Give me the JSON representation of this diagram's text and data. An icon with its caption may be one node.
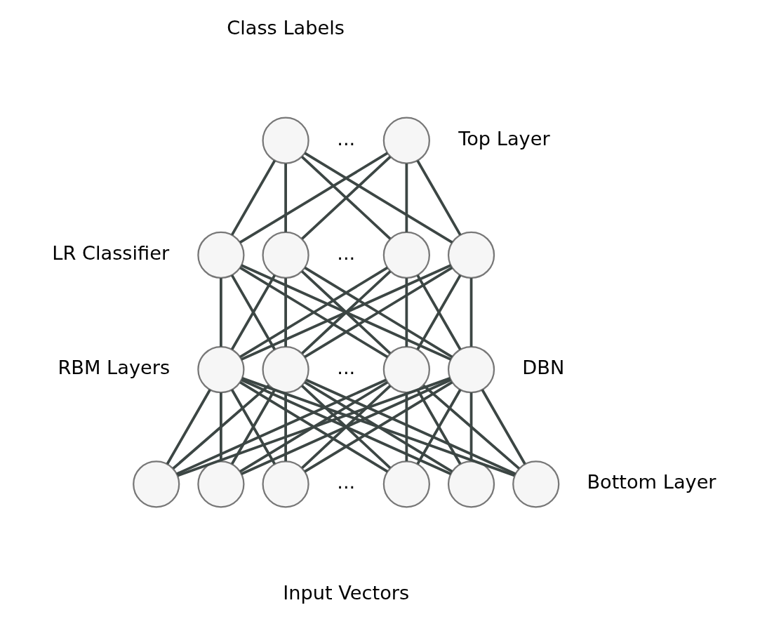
{
  "diagram": {
    "nodes": [
      {
        "text": [],
        "shape": "circle"
      },
      {
        "text": [],
        "shape": "circle"
      },
      {
        "text": [],
        "shape": "circle"
      },
      {
        "text": [],
        "shape": "circle"
      },
      {
        "text": [],
        "shape": "circle"
      },
      {
        "text": [],
        "shape": "circle"
      },
      {
        "text": [],
        "shape": "circle"
      },
      {
        "text": [],
        "shape": "circle"
      },
      {
        "text": [],
        "shape": "circle"
      },
      {
        "text": [],
        "shape": "circle"
      },
      {
        "text": [],
        "shape": "circle"
      },
      {
        "text": [],
        "shape": "circle"
      },
      {
        "text": [],
        "shape": "circle"
      },
      {
        "text": [],
        "shape": "circle"
      },
      {
        "text": [],
        "shape": "circle"
      },
      {
        "text": [],
        "shape": "circle"
      }
    ],
    "edges": [
      {
        "from": 0,
        "to": 2,
        "arrow": "none"
      },
      {
        "from": 0,
        "to": 3,
        "arrow": "none"
      },
      {
        "from": 0,
        "to": 4,
        "arrow": "none"
      },
      {
        "from": 0,
        "to": 5,
        "arrow": "none"
      },
      {
        "from": 1,
        "to": 2,
        "arrow": "none"
      },
      {
        "from": 1,
        "to": 3,
        "arrow": "none"
      },
      {
        "from": 1,
        "to": 4,
        "arrow": "none"
      },
      {
        "from": 1,
        "to": 5,
        "arrow": "none"
      },
      {
        "from": 2,
        "to": 6,
        "arrow": "none"
      },
      {
        "from": 2,
        "to": 7,
        "arrow": "none"
      },
      {
        "from": 2,
        "to": 8,
        "arrow": "none"
      },
      {
        "from": 2,
        "to": 9,
        "arrow": "none"
      },
      {
        "from": 3,
        "to": 6,
        "arrow": "none"
      },
      {
        "from": 3,
        "to": 7,
        "arrow": "none"
      },
      {
        "from": 3,
        "to": 8,
        "arrow": "none"
      },
      {
        "from": 3,
        "to": 9,
        "arrow": "none"
      },
      {
        "from": 4,
        "to": 6,
        "arrow": "none"
      },
      {
        "from": 4,
        "to": 7,
        "arrow": "none"
      },
      {
        "from": 4,
        "to": 8,
        "arrow": "none"
      },
      {
        "from": 4,
        "to": 9,
        "arrow": "none"
      },
      {
        "from": 5,
        "to": 6,
        "arrow": "none"
      },
      {
        "from": 5,
        "to": 7,
        "arrow": "none"
      },
      {
        "from": 5,
        "to": 8,
        "arrow": "none"
      },
      {
        "from": 5,
        "to": 9,
        "arrow": "none"
      },
      {
        "from": 6,
        "to": 10,
        "arrow": "none"
      },
      {
        "from": 6,
        "to": 11,
        "arrow": "none"
      },
      {
        "from": 6,
        "to": 12,
        "arrow": "none"
      },
      {
        "from": 6,
        "to": 13,
        "arrow": "none"
      },
      {
        "from": 6,
        "to": 14,
        "arrow": "none"
      },
      {
        "from": 6,
        "to": 15,
        "arrow": "none"
      },
      {
        "from": 7,
        "to": 10,
        "arrow": "none"
      },
      {
        "from": 7,
        "to": 11,
        "arrow": "none"
      },
      {
        "from": 7,
        "to": 12,
        "arrow": "none"
      },
      {
        "from": 7,
        "to": 13,
        "arrow": "none"
      },
      {
        "from": 7,
        "to": 14,
        "arrow": "none"
      },
      {
        "from": 7,
        "to": 15,
        "arrow": "none"
      },
      {
        "from": 8,
        "to": 10,
        "arrow": "none"
      },
      {
        "from": 8,
        "to": 11,
        "arrow": "none"
      },
      {
        "from": 8,
        "to": 12,
        "arrow": "none"
      },
      {
        "from": 8,
        "to": 13,
        "arrow": "none"
      },
      {
        "from": 8,
        "to": 14,
        "arrow": "none"
      },
      {
        "from": 8,
        "to": 15,
        "arrow": "none"
      },
      {
        "from": 9,
        "to": 10,
        "arrow": "none"
      },
      {
        "from": 9,
        "to": 11,
        "arrow": "none"
      },
      {
        "from": 9,
        "to": 12,
        "arrow": "none"
      },
      {
        "from": 9,
        "to": 13,
        "arrow": "none"
      },
      {
        "from": 9,
        "to": 14,
        "arrow": "none"
      },
      {
        "from": 9,
        "to": 15,
        "arrow": "none"
      }
    ],
    "labels": [
      "Class Labels",
      "...",
      "Top Layer",
      "LR Classifier",
      "...",
      "DBN",
      "RBM Layers",
      "...",
      "...",
      "Bottom Layer",
      "Input Vectors"
    ]
  }
}
